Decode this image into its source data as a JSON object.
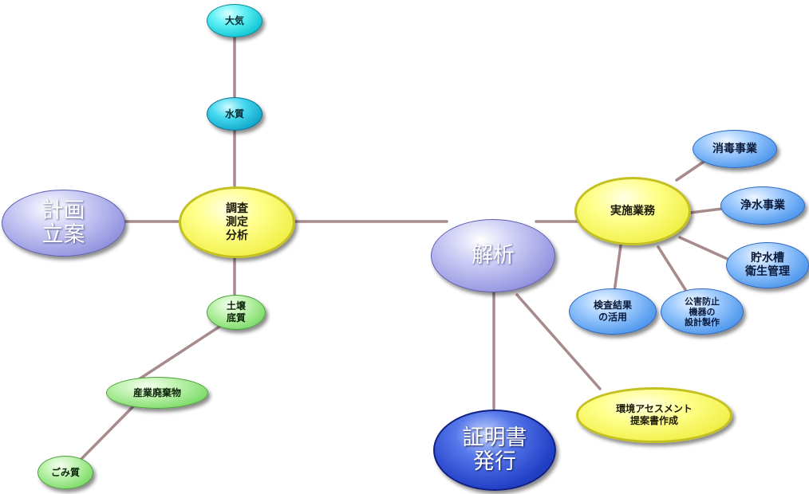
{
  "nodes": {
    "taiki": {
      "label": "大気"
    },
    "suishitsu": {
      "label": "水質"
    },
    "keikaku": {
      "label": "計画\n立案"
    },
    "chousa": {
      "label": "調査\n測定\n分析"
    },
    "kaiseki": {
      "label": "解析"
    },
    "jisshi": {
      "label": "実施業務"
    },
    "shoudoku": {
      "label": "消毒事業"
    },
    "jousui": {
      "label": "浄水事業"
    },
    "chosuisou": {
      "label": "貯水槽\n衛生管理"
    },
    "kensa": {
      "label": "検査結果\nの活用"
    },
    "kougai": {
      "label": "公害防止\n機器の\n設計製作"
    },
    "dojou": {
      "label": "土壌\n底質"
    },
    "sangyou": {
      "label": "産業廃棄物"
    },
    "gomi": {
      "label": "ごみ質"
    },
    "shoumeisho": {
      "label": "証明書\n発行"
    },
    "assessment": {
      "label": "環境アセスメント\n提案書作成"
    }
  },
  "colors": {
    "connector": "#a78a8c",
    "cyan": "#14c8d6",
    "yellow": "#f2f04a",
    "lavender": "#9b9be3",
    "blue": "#5a9ff0",
    "navy": "#2341c8",
    "green": "#86df72"
  }
}
